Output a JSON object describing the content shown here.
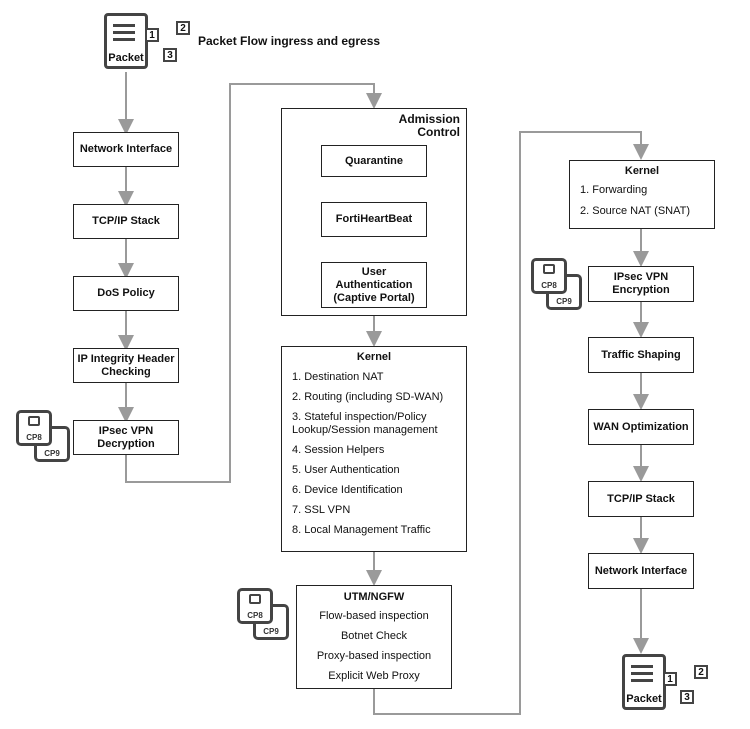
{
  "title": "Packet Flow ingress and egress",
  "packet_label": "Packet",
  "badges": [
    "1",
    "2",
    "3"
  ],
  "cp8_label": "CP8",
  "cp9_label": "CP9",
  "icons": {
    "packet": "packet-document-icon",
    "processor": "chip-icon"
  },
  "column1": [
    "Network Interface",
    "TCP/IP Stack",
    "DoS Policy",
    "IP Integrity Header Checking",
    "IPsec VPN Decryption"
  ],
  "admission": {
    "title": "Admission Control",
    "items": [
      "Quarantine",
      "FortiHeartBeat",
      "User Authentication (Captive Portal)"
    ]
  },
  "kernel_mid": {
    "title": "Kernel",
    "items": [
      "1. Destination NAT",
      "2. Routing (including SD-WAN)",
      "3. Stateful inspection/Policy Lookup/Session management",
      "4. Session Helpers",
      "5. User Authentication",
      "6. Device Identification",
      "7. SSL VPN",
      "8. Local Management Traffic"
    ]
  },
  "utm": {
    "title": "UTM/NGFW",
    "items": [
      "Flow-based inspection",
      "Botnet Check",
      "Proxy-based inspection",
      "Explicit Web Proxy"
    ]
  },
  "kernel_right": {
    "title": "Kernel",
    "items": [
      "1. Forwarding",
      "2. Source NAT (SNAT)"
    ]
  },
  "column3": [
    "IPsec VPN Encryption",
    "Traffic Shaping",
    "WAN Optimization",
    "TCP/IP Stack",
    "Network Interface"
  ]
}
